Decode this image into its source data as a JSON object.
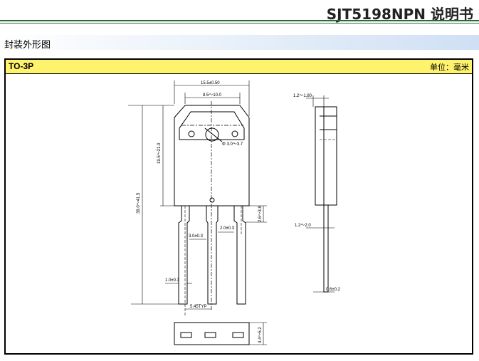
{
  "header": {
    "title": "SJT5198NPN 说明书"
  },
  "section": {
    "title": "封装外形图"
  },
  "package": {
    "name": "TO-3P",
    "unit_label": "单位：毫米",
    "dimensions": {
      "body_width": "15.5±0.50",
      "top_width": "8.5～10.0",
      "hole": "Φ 3.0～3.7",
      "body_height": "19.5～21.0",
      "total_height": "39.0～41.5",
      "lead_step": "2.6～3.8",
      "lead_width_upper": "3.0±0.3",
      "lead_gap": "2.0±0.3",
      "lead_width_lower": "1.0±0.3",
      "pitch": "5.45TYP",
      "thickness": "1.2～1.80",
      "tab_thickness": "1.2～2.0",
      "lead_thickness": "0.6±0.2",
      "bottom_height": "4.4～5.2"
    }
  }
}
